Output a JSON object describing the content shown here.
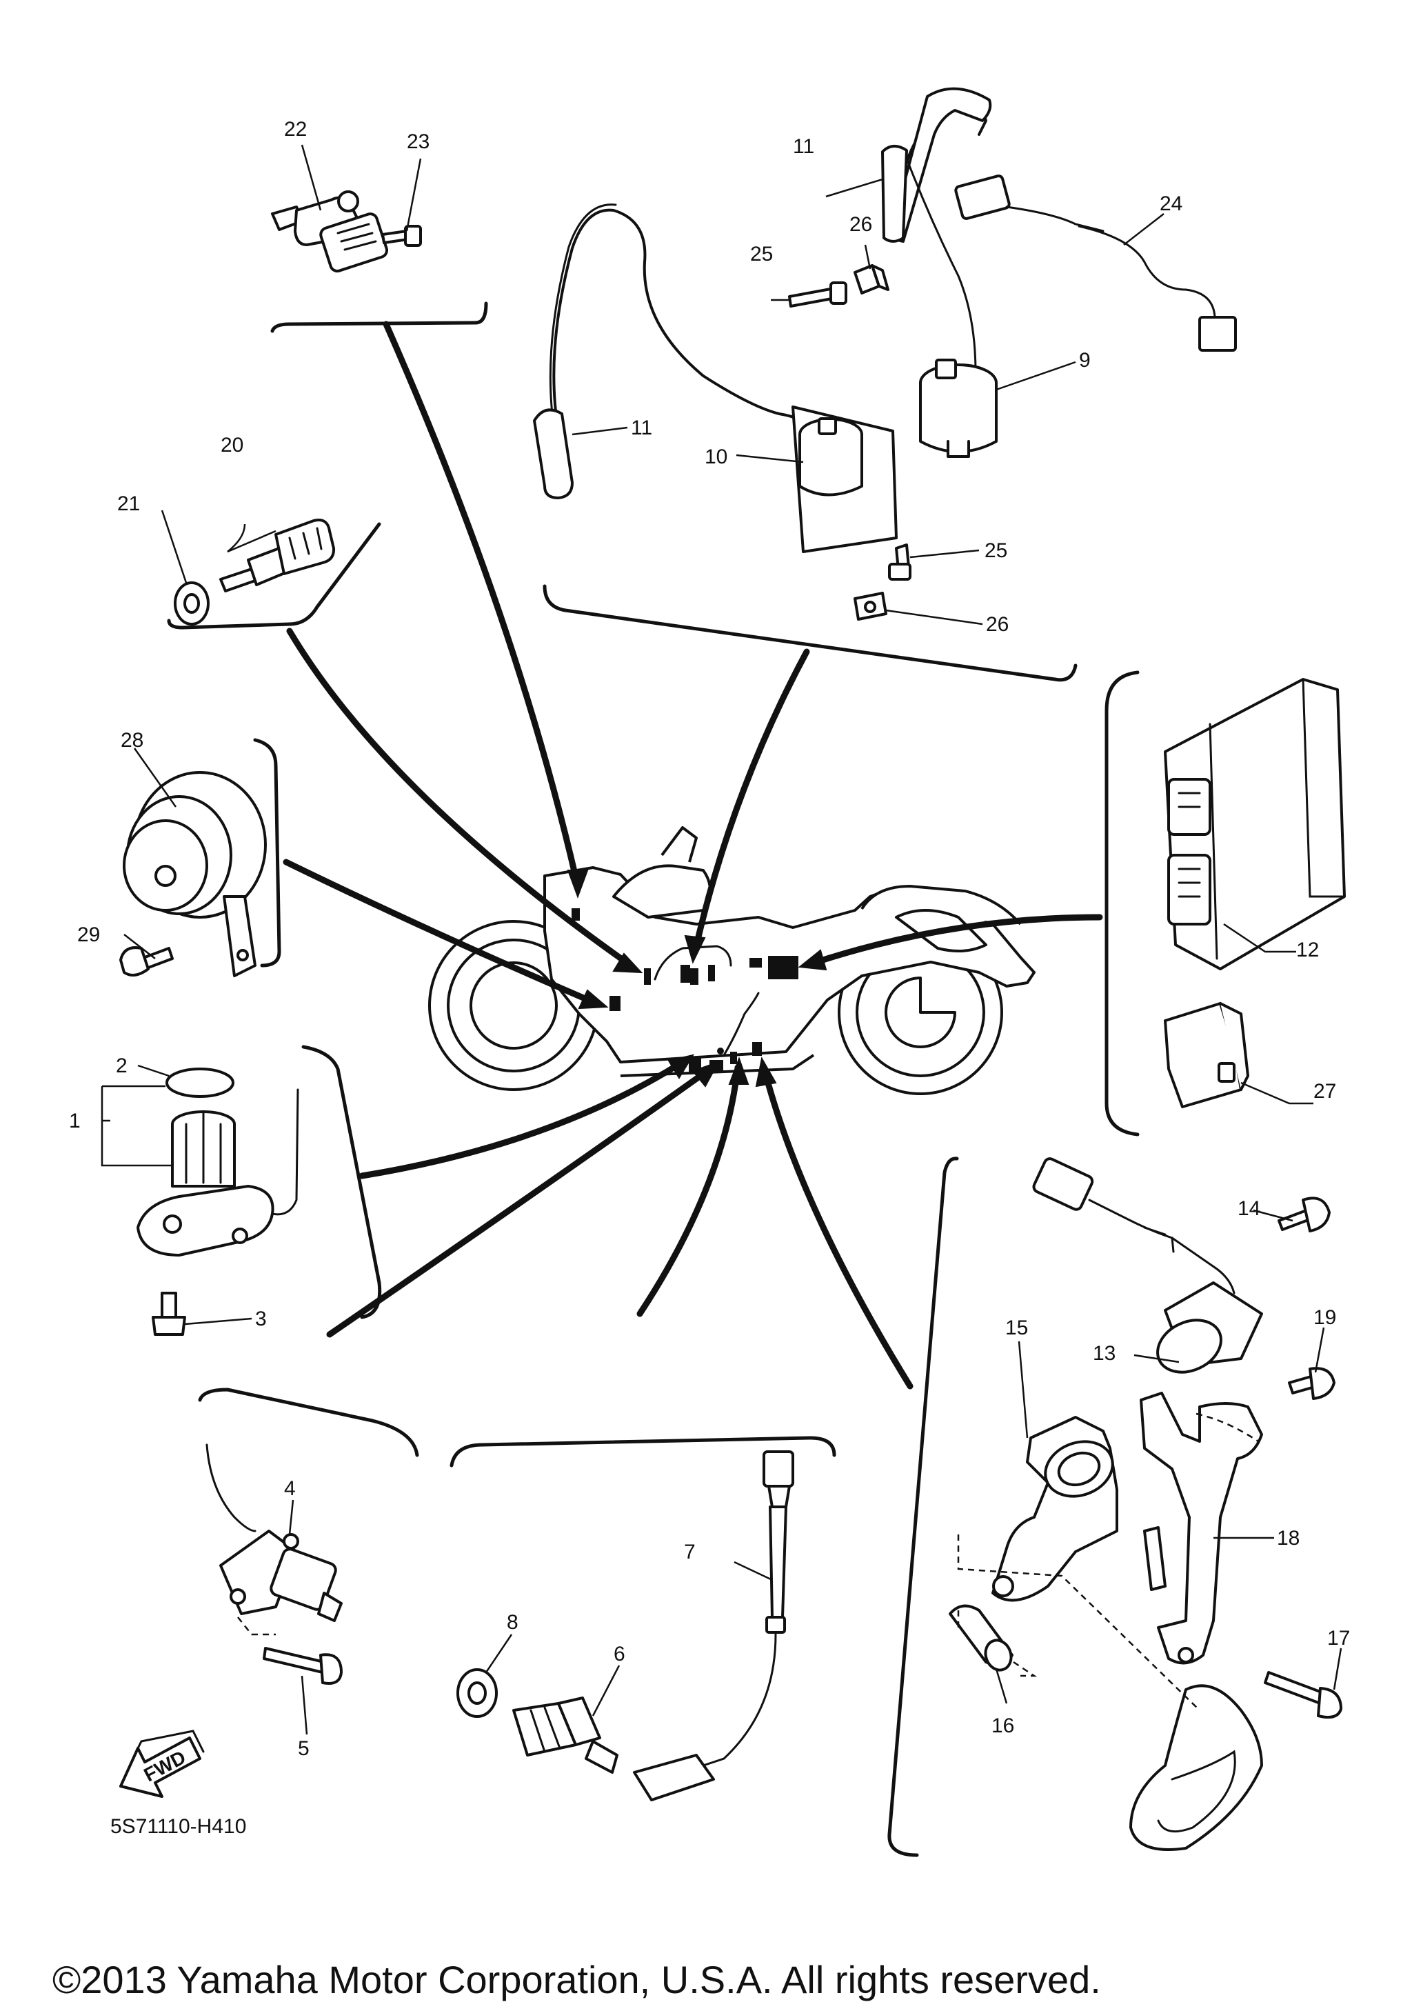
{
  "diagram": {
    "drawing_code": "5S71110-H410",
    "copyright": "©2013 Yamaha Motor Corporation, U.S.A. All rights reserved.",
    "fwd_label": "FWD",
    "callouts": {
      "c1": "1",
      "c2": "2",
      "c3": "3",
      "c4": "4",
      "c5": "5",
      "c6": "6",
      "c7": "7",
      "c8": "8",
      "c9": "9",
      "c10": "10",
      "c11a": "11",
      "c11b": "11",
      "c12": "12",
      "c13": "13",
      "c14": "14",
      "c15": "15",
      "c16": "16",
      "c17": "17",
      "c18": "18",
      "c19": "19",
      "c20": "20",
      "c21": "21",
      "c22": "22",
      "c23": "23",
      "c24": "24",
      "c25a": "25",
      "c25b": "25",
      "c26a": "26",
      "c26b": "26",
      "c27": "27",
      "c28": "28",
      "c29": "29"
    }
  }
}
